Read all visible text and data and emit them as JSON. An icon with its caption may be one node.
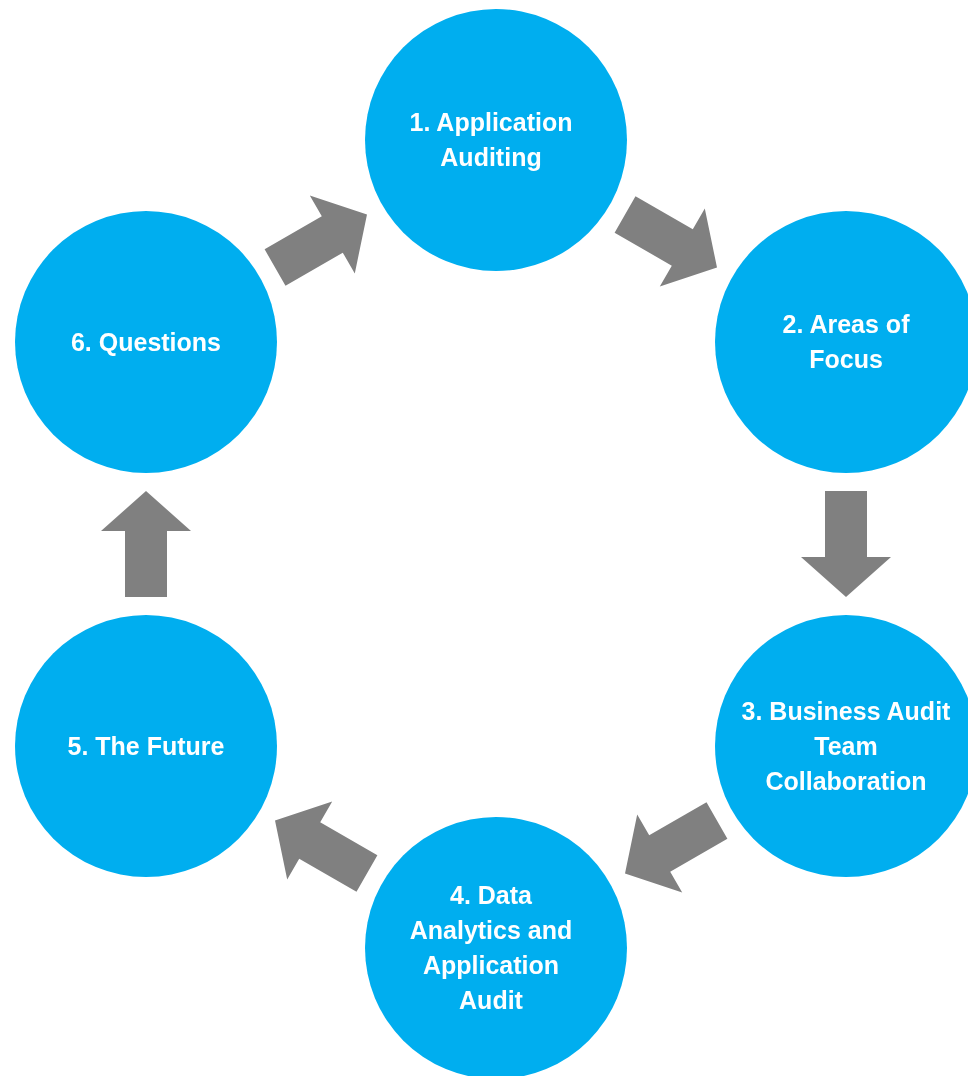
{
  "diagram": {
    "nodes": [
      {
        "text": [
          "1. Application Auditing"
        ]
      },
      {
        "text": [
          "2. Areas of Focus"
        ]
      },
      {
        "text": [
          "3. Business Audit Team Collaboration"
        ]
      },
      {
        "text": [
          "4. Data Analytics and Application Audit"
        ]
      },
      {
        "text": [
          "5. The Future"
        ]
      },
      {
        "text": [
          "6. Questions"
        ]
      }
    ],
    "edges": [
      {
        "from": 0,
        "to": 1,
        "arrow": "to"
      },
      {
        "from": 1,
        "to": 2,
        "arrow": "to"
      },
      {
        "from": 2,
        "to": 3,
        "arrow": "to"
      },
      {
        "from": 3,
        "to": 4,
        "arrow": "to"
      },
      {
        "from": 4,
        "to": 5,
        "arrow": "to"
      },
      {
        "from": 5,
        "to": 0,
        "arrow": "to"
      }
    ]
  }
}
